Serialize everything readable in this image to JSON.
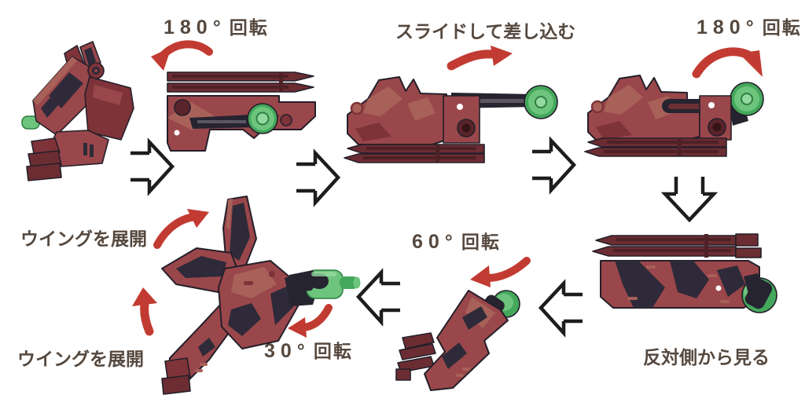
{
  "colors": {
    "background": "#ffffff",
    "label_text": "#55483e",
    "red_arrow": "#c23b32",
    "outline_arrow": "#1d1d1f",
    "edge_outline": "#241f2a",
    "body_red": "#9a474b",
    "body_red_dark": "#7e3338",
    "fin_maroon": "#6c2d32",
    "fin_stripe": "#4e2126",
    "camo_light": "#a86159",
    "panel_dark": "#2e2a39",
    "mech_black": "#262430",
    "slot_gray": "#5b5662",
    "slot_red": "#6b2f34",
    "socket_dark": "#5a242a",
    "socket_deep": "#361317",
    "green_main": "#6dc47c",
    "green_dark": "#44a85c",
    "green_light": "#94da9e",
    "green_deep": "#2f7f44",
    "white_dot": "#ffffff"
  },
  "labels": {
    "rotate180_a": {
      "angle": "180°",
      "word": "回転"
    },
    "slide_insert": {
      "text": "スライドして差し込む"
    },
    "rotate180_b": {
      "angle": "180°",
      "word": "回転"
    },
    "view_from_opposite": {
      "text": "反対側から見る"
    },
    "rotate60": {
      "angle": "60°",
      "word": "回転"
    },
    "rotate30": {
      "angle": "30°",
      "word": "回転"
    },
    "wing_deploy_top": {
      "text": "ウイングを展開"
    },
    "wing_deploy_bottom": {
      "text": "ウイングを展開"
    }
  }
}
